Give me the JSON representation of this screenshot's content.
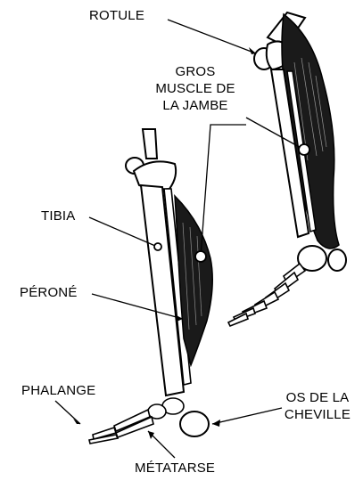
{
  "labels": {
    "rotule": "ROTULE",
    "gros_line1": "GROS",
    "gros_line2": "MUSCLE DE",
    "gros_line3": "LA JAMBE",
    "tibia": "TIBIA",
    "perone": "PÉRONÉ",
    "phalange": "PHALANGE",
    "os_line1": "OS DE LA",
    "os_line2": "CHEVILLE",
    "metatarse": "MÉTATARSE"
  },
  "colors": {
    "ink": "#000000",
    "background": "#ffffff",
    "muscle": "#1a1a1a"
  }
}
